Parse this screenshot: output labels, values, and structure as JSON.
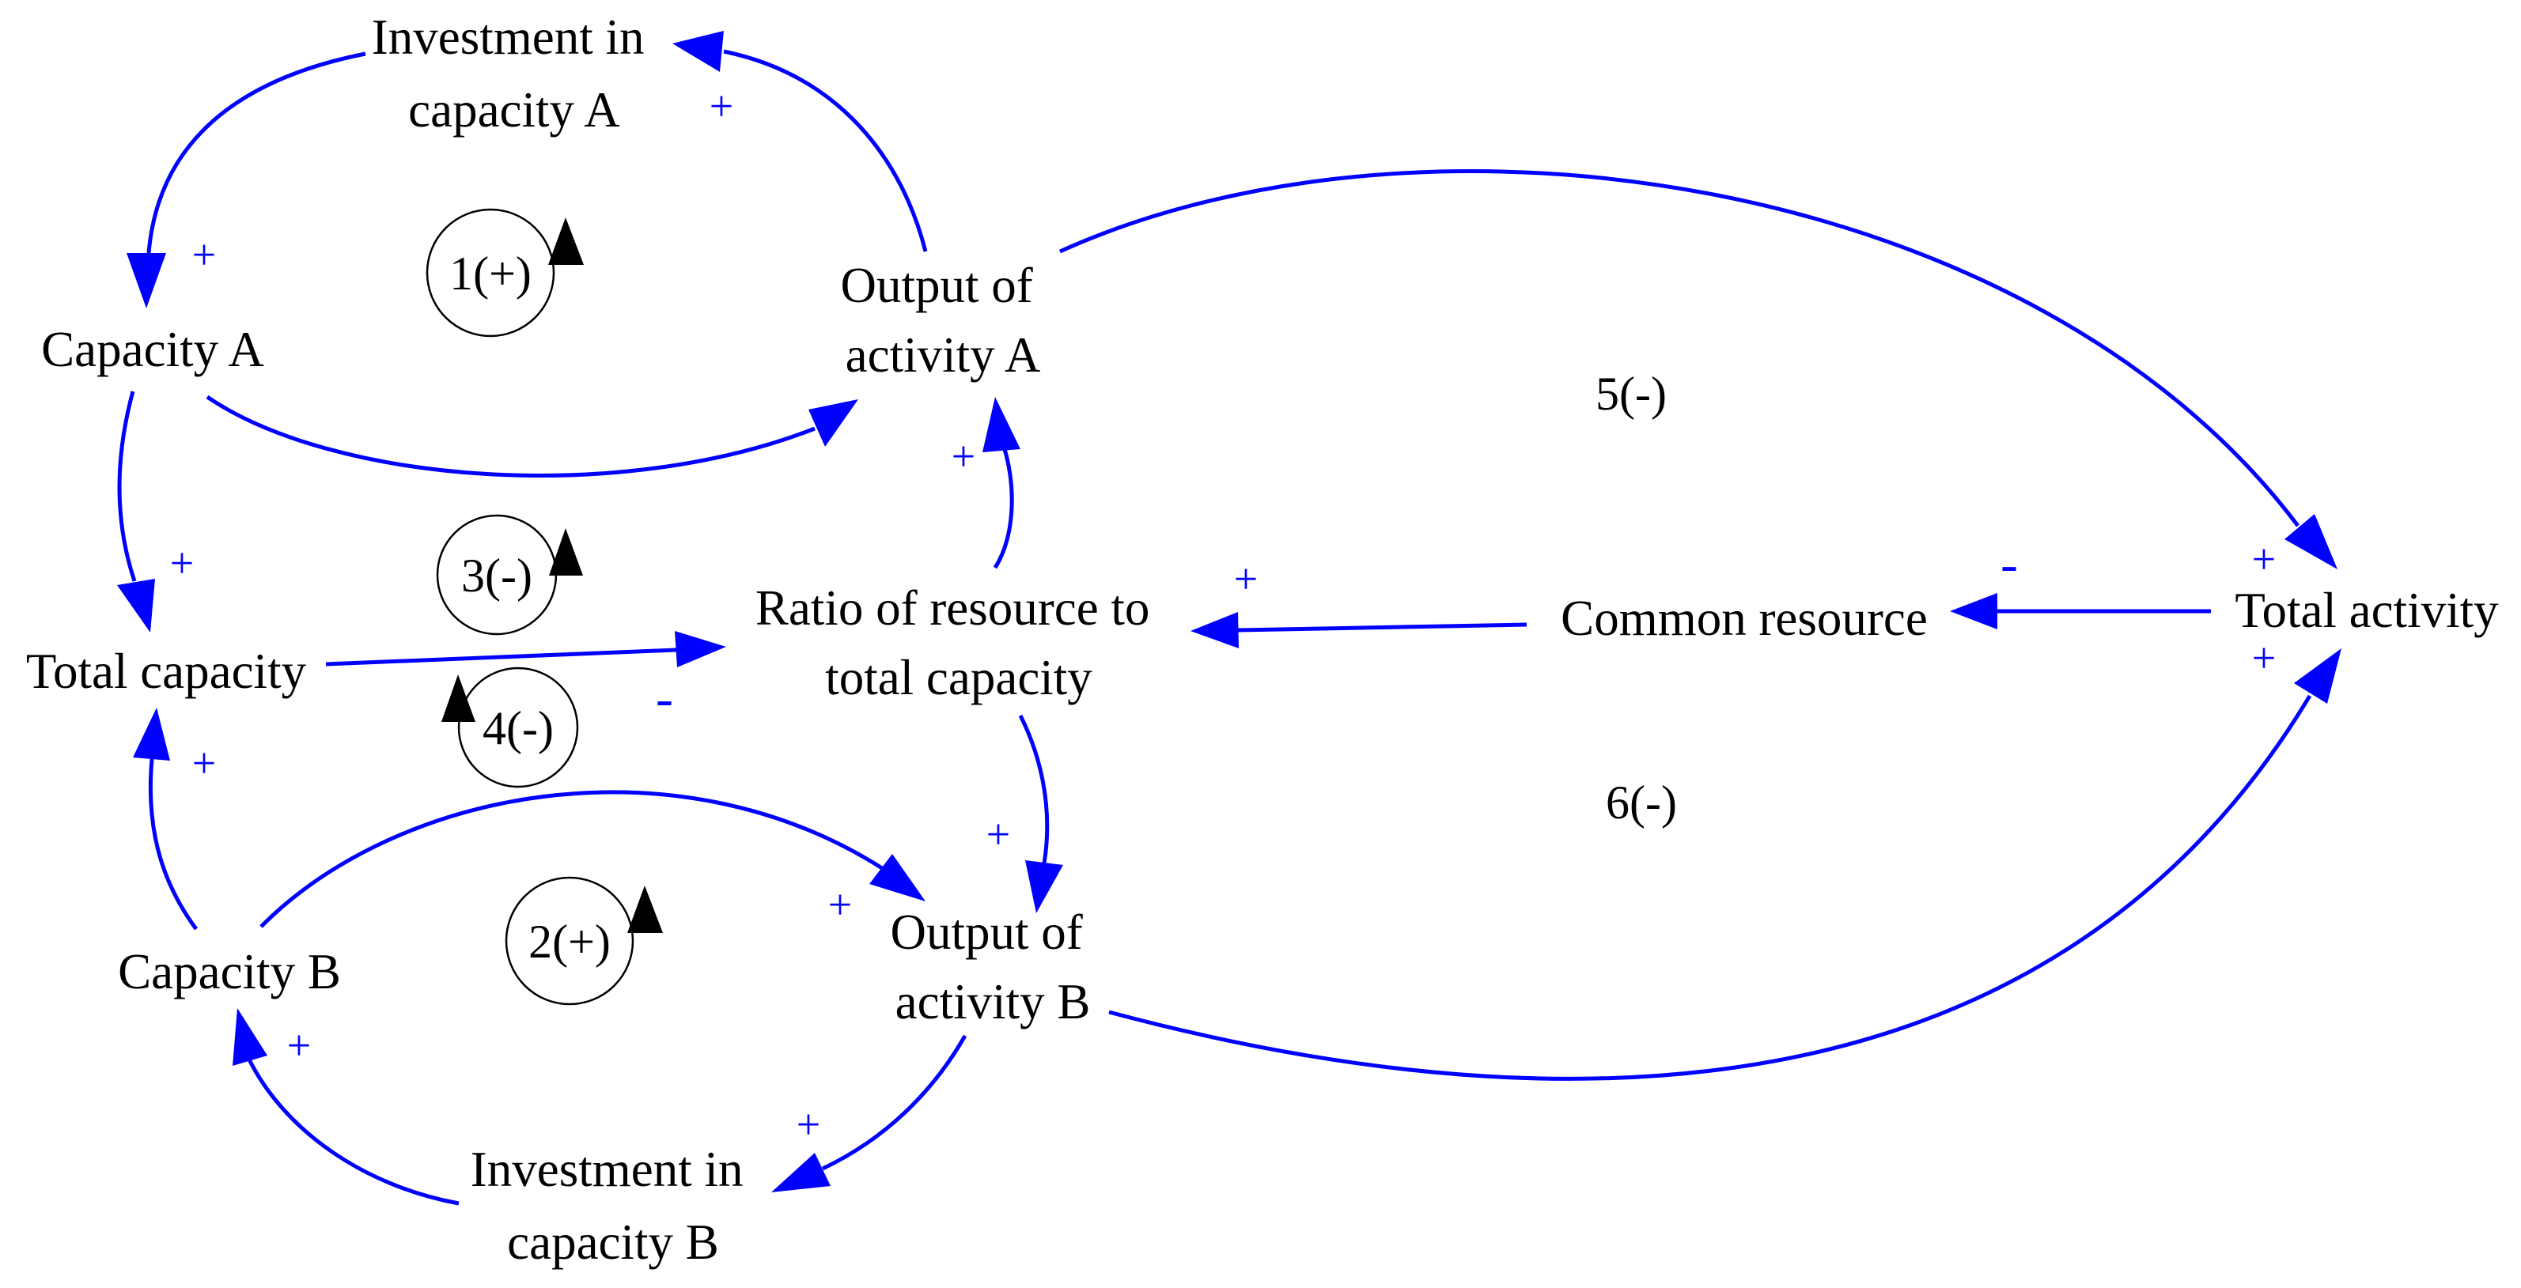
{
  "variables": {
    "investment_a": [
      "Investment in",
      "capacity A"
    ],
    "capacity_a": "Capacity A",
    "output_a": [
      "Output of",
      "activity A"
    ],
    "total_capacity": "Total capacity",
    "ratio": [
      "Ratio of resource to",
      "total capacity"
    ],
    "common_resource": "Common resource",
    "total_activity": "Total activity",
    "capacity_b": "Capacity B",
    "output_b": [
      "Output of",
      "activity B"
    ],
    "investment_b": [
      "Investment in",
      "capacity B"
    ]
  },
  "loops": {
    "loop1": "1(+)",
    "loop2": "2(+)",
    "loop3": "3(-)",
    "loop4": "4(-)",
    "loop5": "5(-)",
    "loop6": "6(-)"
  },
  "polarities": {
    "output_a_to_investment_a": "+",
    "investment_a_to_capacity_a": "+",
    "capacity_a_to_total_capacity": "+",
    "ratio_to_output_a": "+",
    "common_resource_to_ratio": "+",
    "total_activity_to_common_resource": "-",
    "output_a_to_total_activity": "+",
    "output_b_to_total_activity": "+",
    "total_capacity_to_ratio": "-",
    "capacity_b_to_total_capacity": "+",
    "ratio_to_output_b": "+",
    "capacity_b_to_output_b": "+",
    "investment_b_to_capacity_b": "+",
    "output_b_to_investment_b": "+"
  },
  "colors": {
    "link": "#0000ff",
    "text": "#000000",
    "background": "#ffffff"
  }
}
